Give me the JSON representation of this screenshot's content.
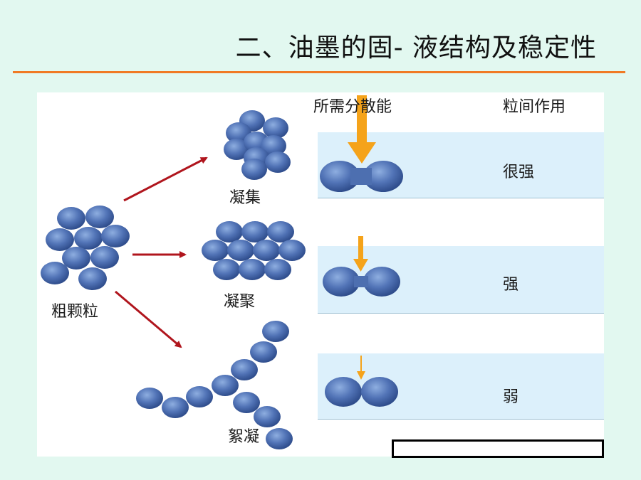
{
  "title": "二、油墨的固- 液结构及稳定性",
  "left_diagram": {
    "source_label": "粗颗粒",
    "outcomes": [
      "凝集",
      "凝聚",
      "絮凝"
    ]
  },
  "table": {
    "col_energy_label": "所需分散能",
    "col_interaction_label": "粒间作用",
    "rows": [
      {
        "interaction": "很强",
        "arrow_strength": "large"
      },
      {
        "interaction": "强",
        "arrow_strength": "medium"
      },
      {
        "interaction": "弱",
        "arrow_strength": "small"
      }
    ]
  },
  "colors": {
    "background": "#e2f8f0",
    "accent_rule": "#f07a24",
    "particle": "#4d6fb0",
    "red_arrow": "#b0151d",
    "orange_arrow": "#f5a31a",
    "band": "#dcf0fb"
  }
}
